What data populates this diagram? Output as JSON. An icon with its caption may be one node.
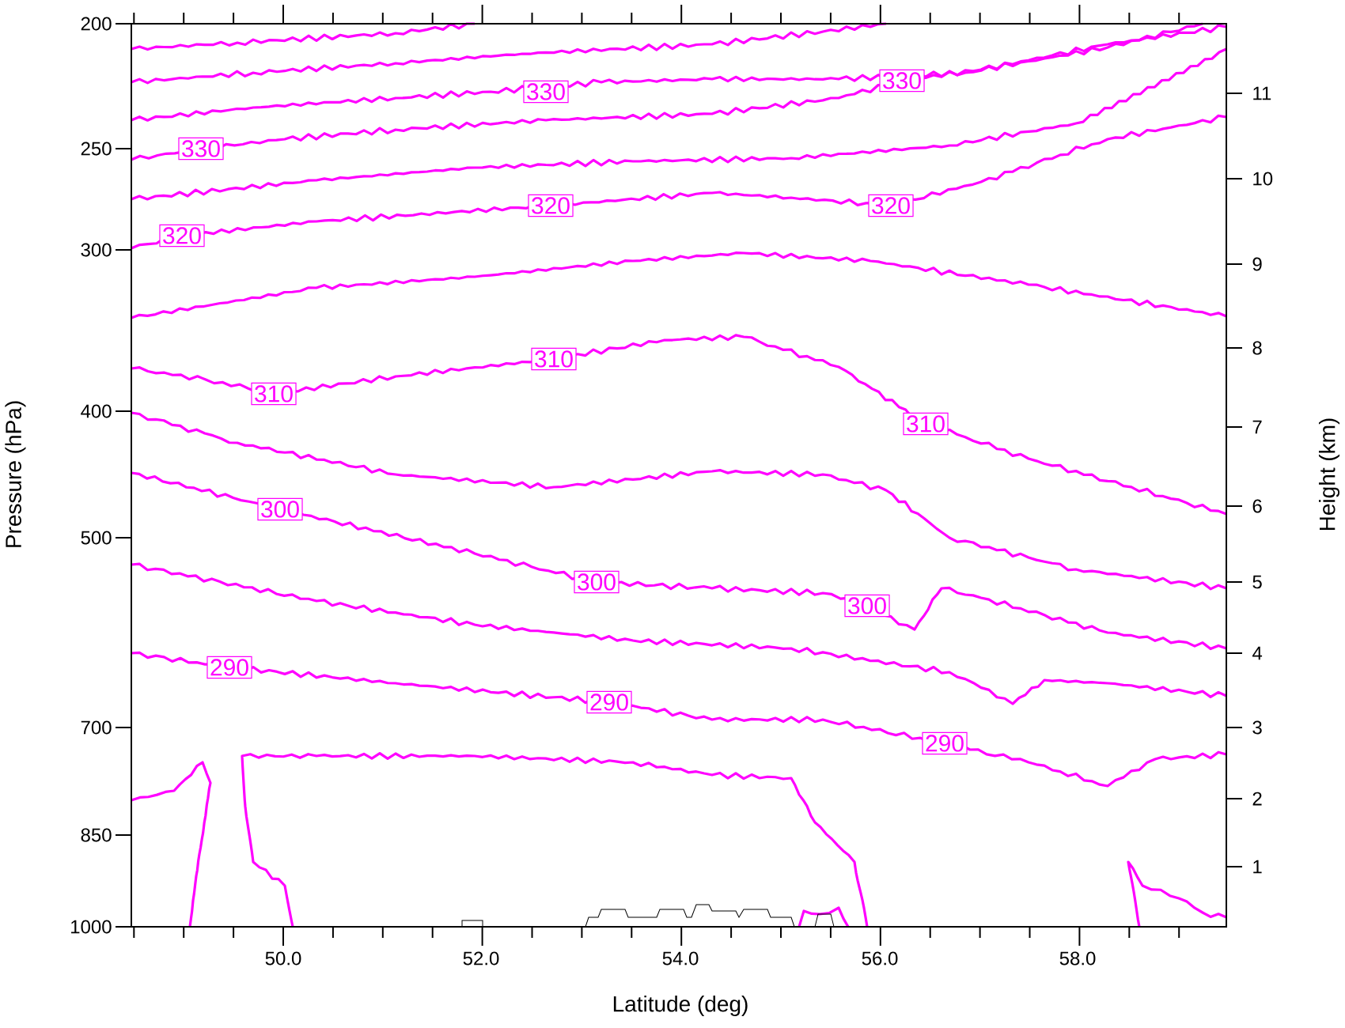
{
  "diagram": {
    "labels": [
      "200",
      "250",
      "300",
      "400",
      "500",
      "700",
      "850",
      "1000",
      "11",
      "10",
      "9",
      "8",
      "7",
      "6",
      "5",
      "4",
      "3",
      "2",
      "1",
      "330",
      "330",
      "330",
      "320",
      "320",
      "320",
      "310",
      "310",
      "310",
      "300",
      "300",
      "300",
      "290",
      "290",
      "290",
      "50.0",
      "52.0",
      "54.0",
      "56.0",
      "58.0",
      "Pressure (hPa)",
      "Height (km)",
      "Latitude (deg)"
    ]
  }
}
